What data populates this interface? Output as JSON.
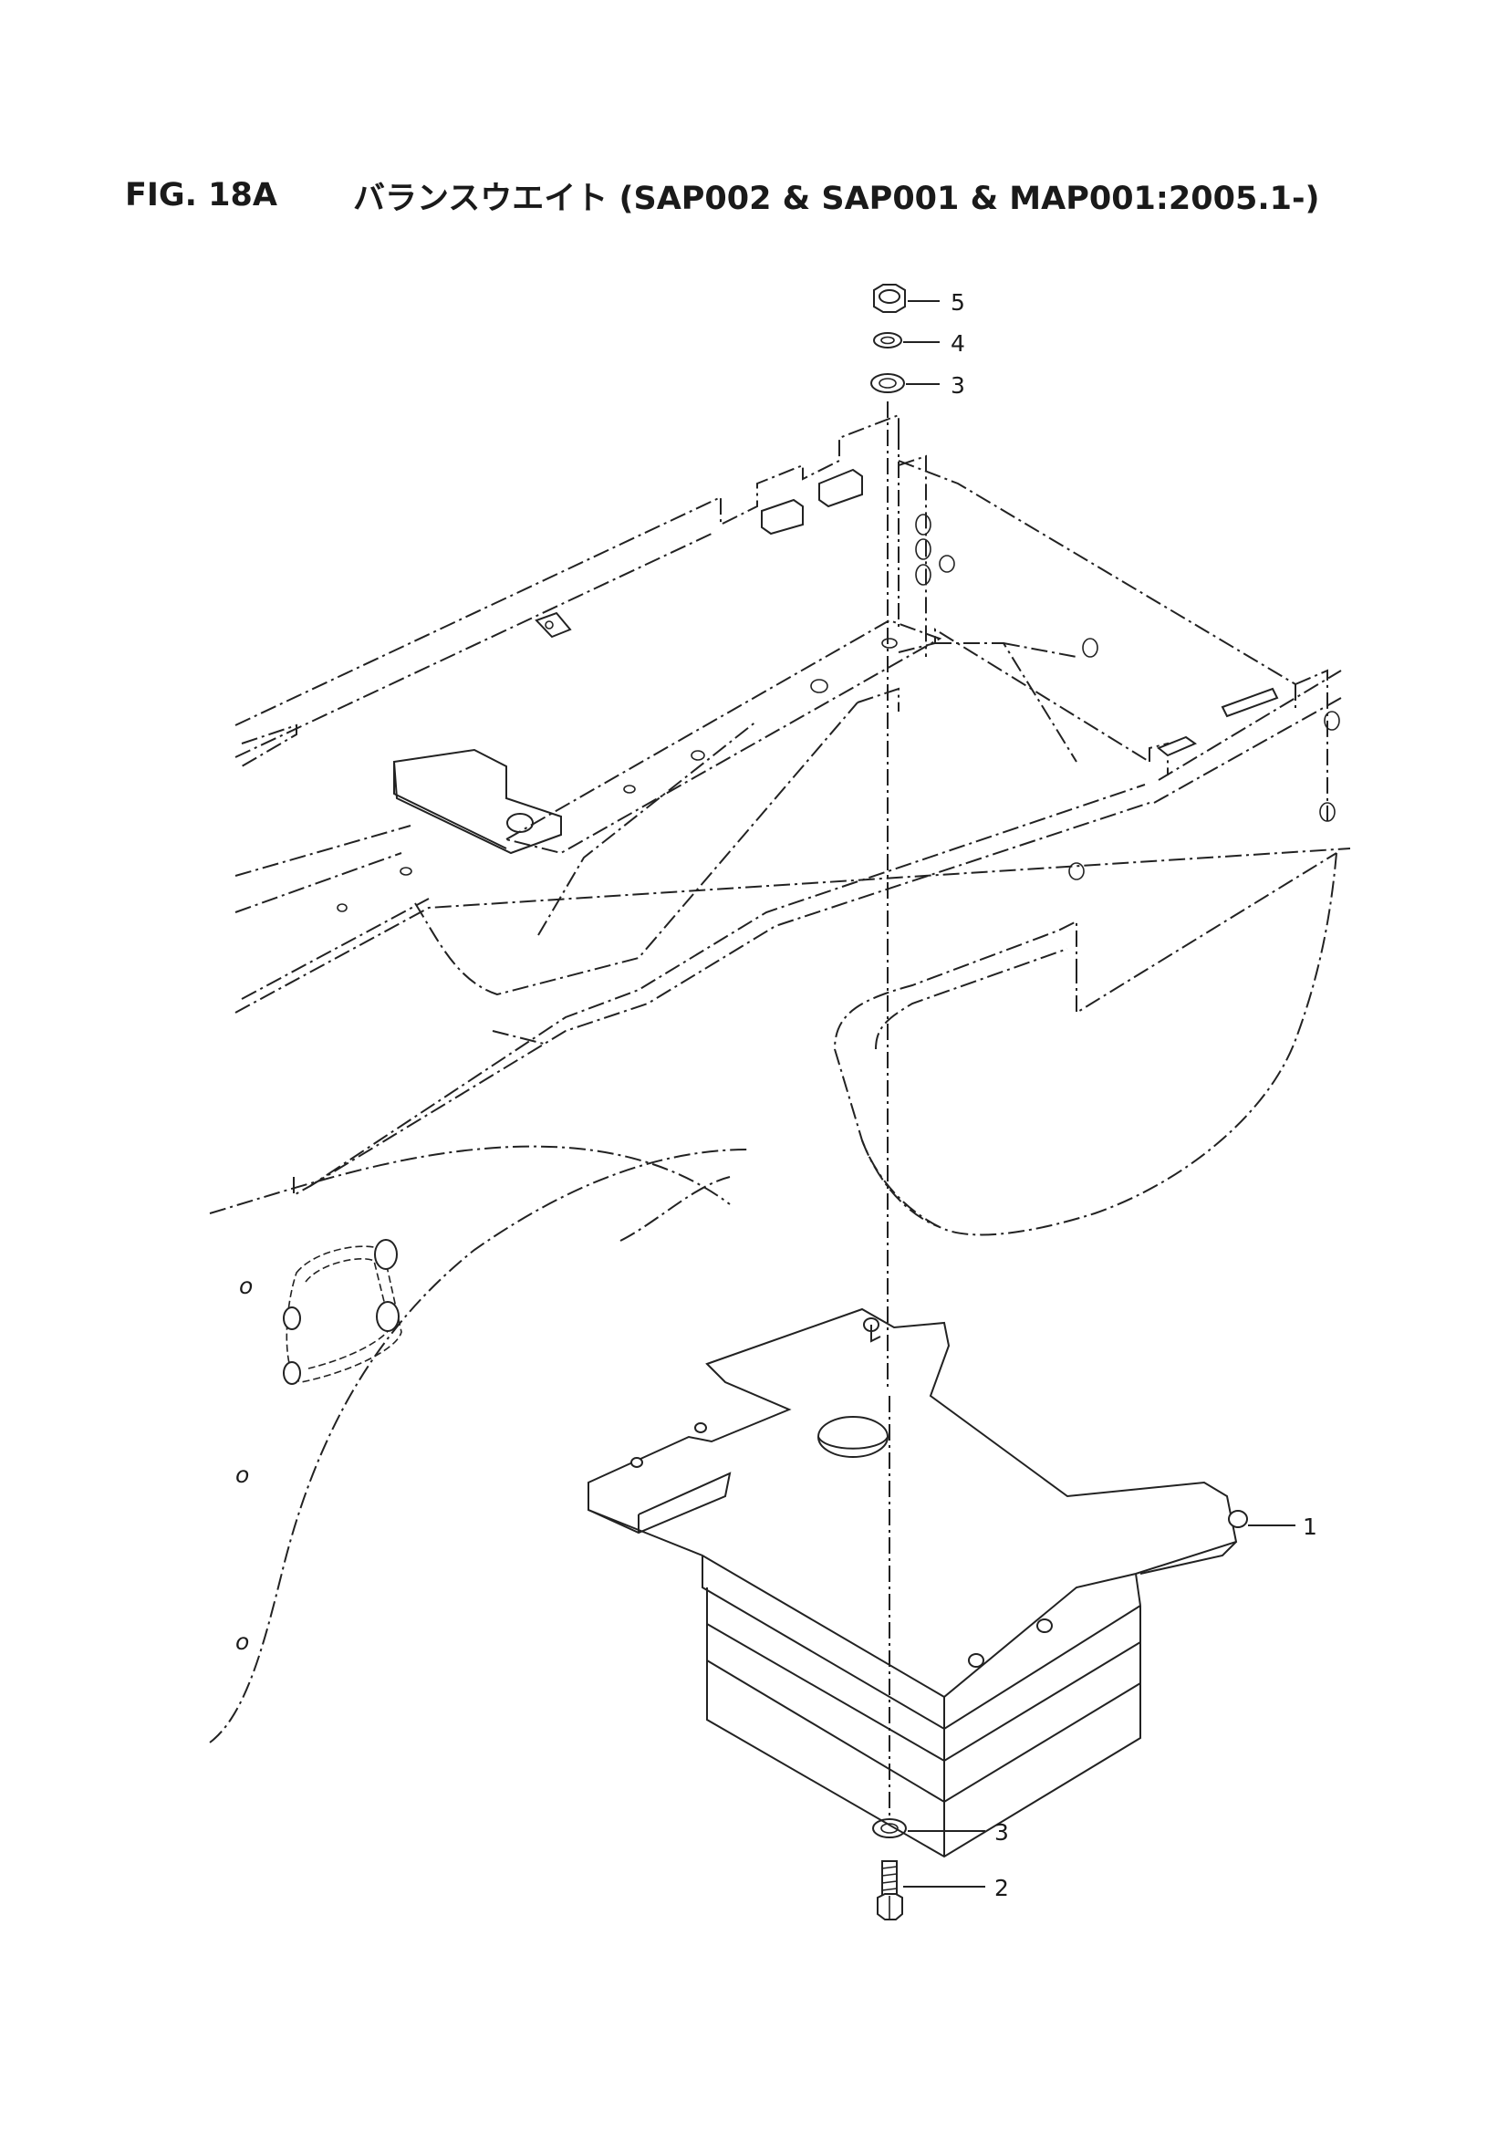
{
  "header": {
    "figure_number": "FIG. 18A",
    "title": "バランスウエイト (SAP002 & SAP001 & MAP001:2005.1-)"
  },
  "callouts": {
    "balance_weight": "1",
    "bolt": "2",
    "washer_lower": "3",
    "washer_upper": "3",
    "spring_washer": "4",
    "nut": "5"
  }
}
